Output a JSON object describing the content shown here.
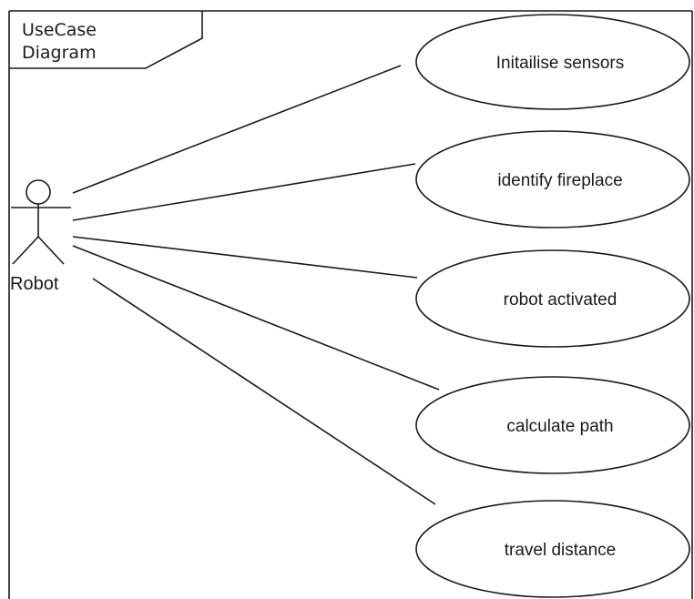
{
  "frame": {
    "title_line1": "UseCase",
    "title_line2": "Diagram"
  },
  "actor": {
    "name": "Robot"
  },
  "use_cases": [
    {
      "label": "Initailise sensors"
    },
    {
      "label": "identify fireplace"
    },
    {
      "label": "robot activated"
    },
    {
      "label": "calculate path"
    },
    {
      "label": "travel distance"
    }
  ],
  "colors": {
    "stroke": "#1a1a1a",
    "background": "#ffffff"
  }
}
